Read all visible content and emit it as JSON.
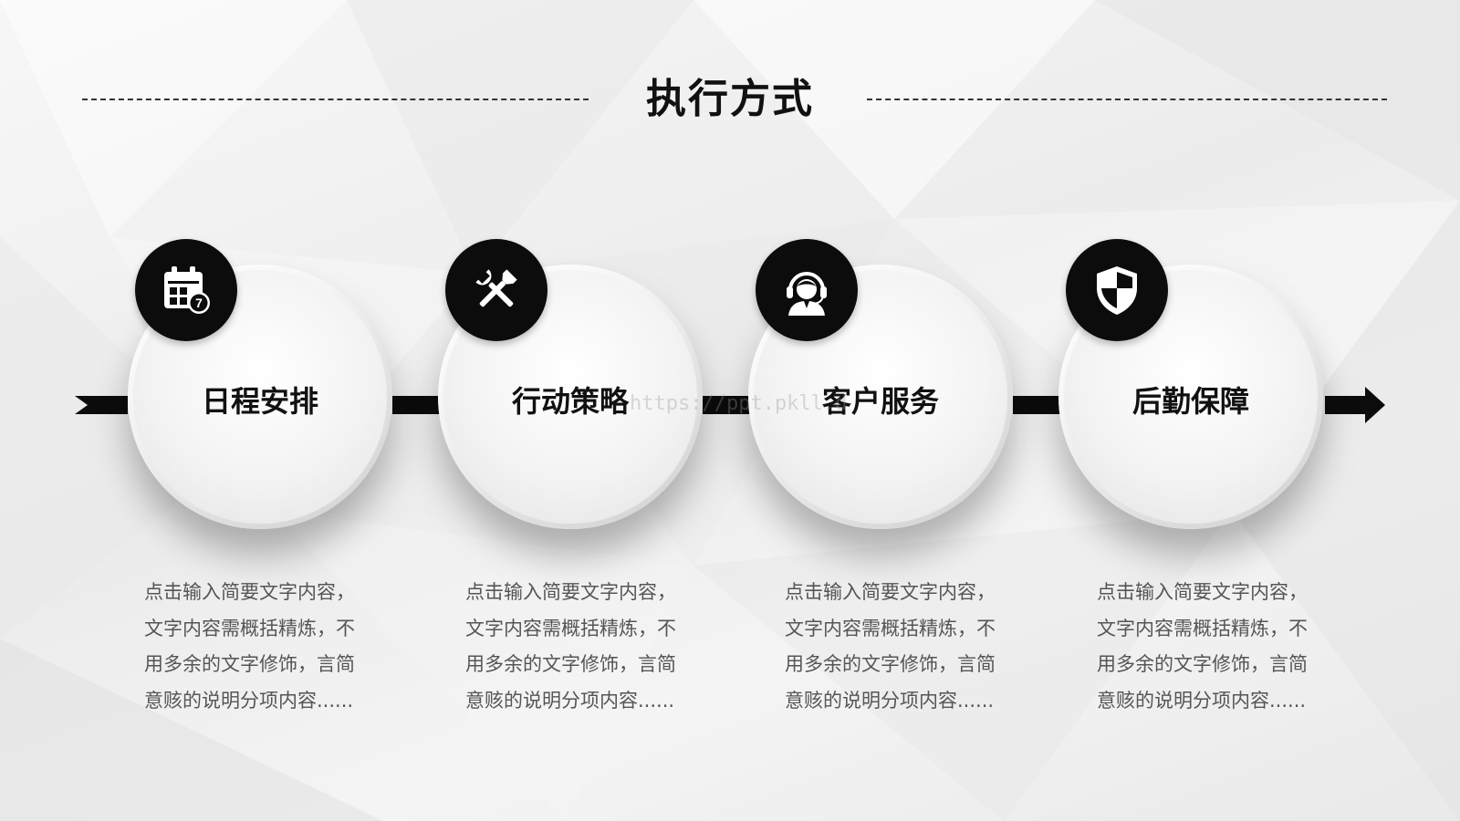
{
  "title": "执行方式",
  "steps": [
    {
      "label": "日程安排",
      "icon": "calendar-icon",
      "desc": [
        "点击输入简要文字内容，",
        "文字内容需概括精炼，不",
        "用多余的文字修饰，言简",
        "意赅的说明分项内容......"
      ]
    },
    {
      "label": "行动策略",
      "icon": "tools-icon",
      "desc": [
        "点击输入简要文字内容，",
        "文字内容需概括精炼，不",
        "用多余的文字修饰，言简",
        "意赅的说明分项内容......"
      ]
    },
    {
      "label": "客户服务",
      "icon": "headset-agent-icon",
      "desc": [
        "点击输入简要文字内容，",
        "文字内容需概括精炼，不",
        "用多余的文字修饰，言简",
        "意赅的说明分项内容......"
      ]
    },
    {
      "label": "后勤保障",
      "icon": "shield-icon",
      "desc": [
        "点击输入简要文字内容，",
        "文字内容需概括精炼，不",
        "用多余的文字修饰，言简",
        "意赅的说明分项内容......"
      ]
    }
  ],
  "calendar_badge_number": "7",
  "watermark": "https://ppt.pkll.d",
  "colors": {
    "accent": "#0c0c0c",
    "text": "#111111",
    "body_text": "#555555",
    "background": "#efefef"
  }
}
